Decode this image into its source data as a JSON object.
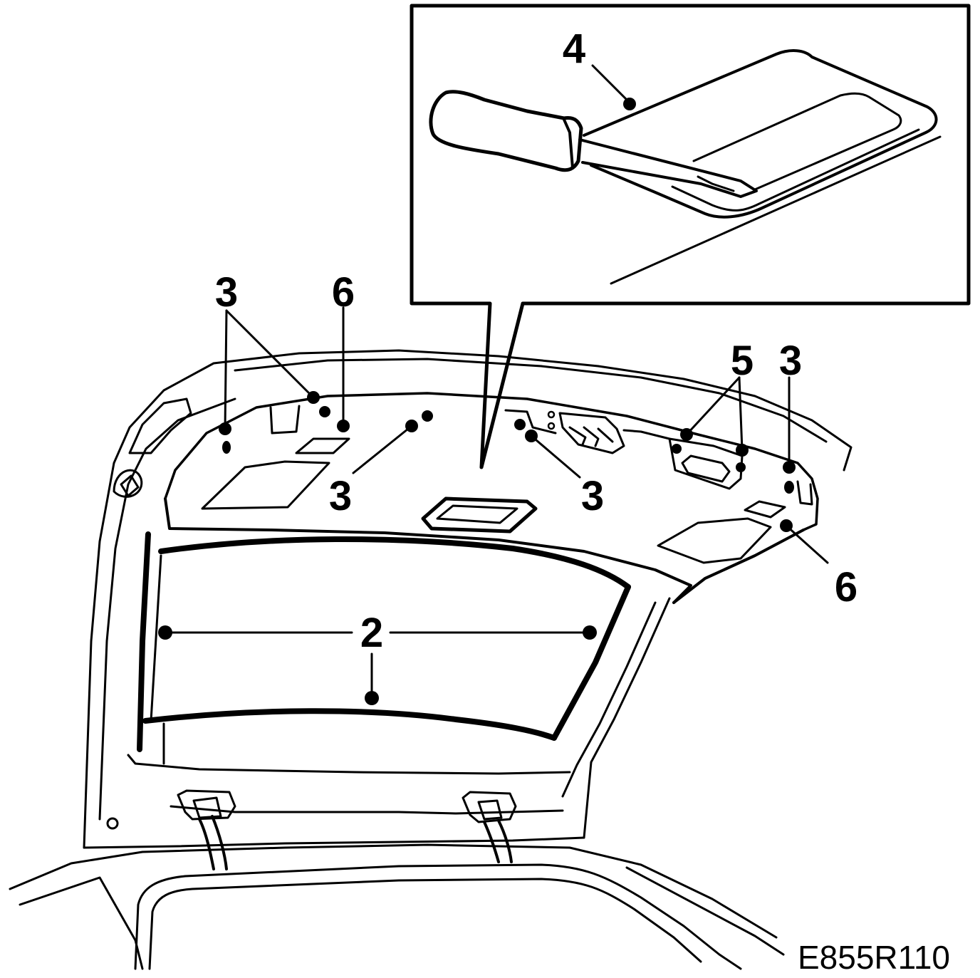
{
  "callouts": {
    "c2": "2",
    "c3_upper_left": "3",
    "c6_upper_left": "6",
    "c3_center_left": "3",
    "c3_center_right": "3",
    "c5": "5",
    "c3_right": "3",
    "c6_right": "6",
    "c4": "4"
  },
  "figure_code": "E855R110"
}
